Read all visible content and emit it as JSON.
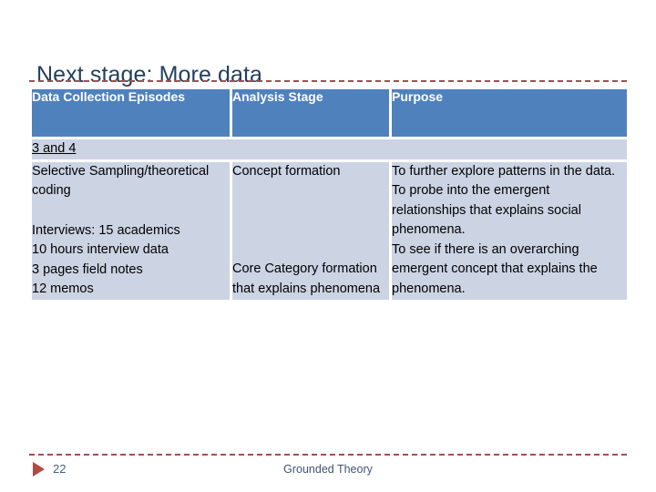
{
  "slide": {
    "title": "Next stage: More data",
    "accent_blue": "#4f81bd",
    "body_fill": "#ccd4e4",
    "title_color": "#24405e",
    "rule_color": "#a05050"
  },
  "table": {
    "headers": [
      "Data Collection Episodes",
      "Analysis Stage",
      "Purpose"
    ],
    "section_label": "3 and 4",
    "rows": [
      {
        "col1_block1": "Selective Sampling/theoretical coding",
        "col1_block2": "Interviews: 15 academics\n10 hours interview data\n3 pages field notes\n12 memos",
        "col2_block1": "Concept formation",
        "col2_block2": "Core Category formation that explains phenomena",
        "col3": "To further explore patterns in the data.\nTo probe into the emergent relationships that explains social phenomena.\nTo see if there is an overarching emergent concept that explains the phenomena."
      }
    ]
  },
  "footer": {
    "page_number": "22",
    "center_text": "Grounded Theory",
    "marker_icon": "triangle-right-icon",
    "marker_color": "#b04a42"
  }
}
